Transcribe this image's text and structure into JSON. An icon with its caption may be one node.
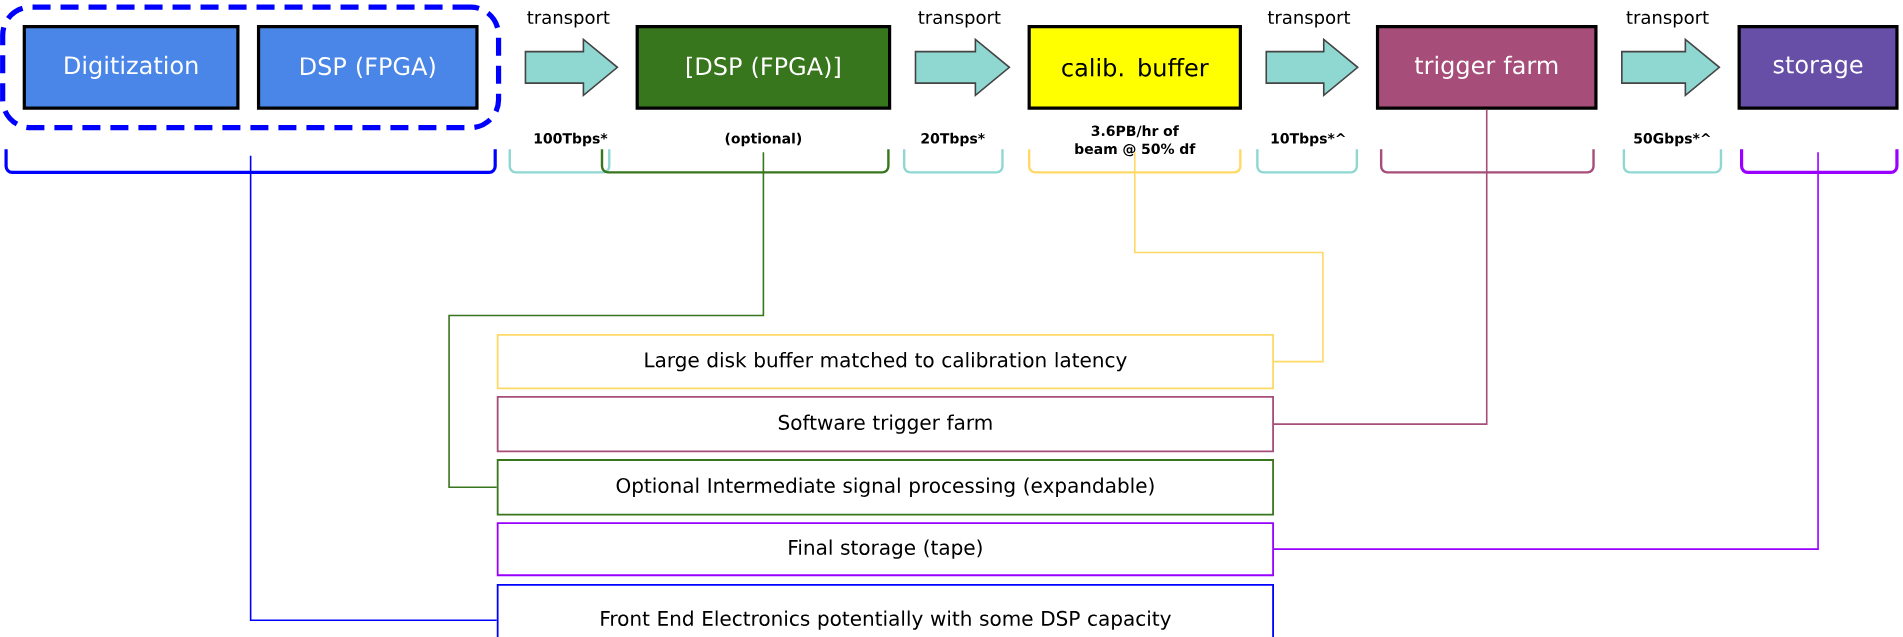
{
  "diagram": {
    "nodes": [
      {
        "text": [],
        "shape": "box"
      },
      {
        "text": [
          "Digitization"
        ],
        "in": 0
      },
      {
        "text": [
          "DSP (FPGA)"
        ],
        "in": 0
      },
      {
        "text": [
          "[DSP (FPGA)]"
        ],
        "beside": [
          "(optional)"
        ]
      },
      {
        "text": [
          "calib. buffer"
        ],
        "beside": [
          "3.6PB/hr of beam @ 50% df"
        ]
      },
      {
        "text": [
          "trigger farm"
        ]
      },
      {
        "text": [
          "storage"
        ]
      },
      {
        "text": [
          "Large disk buffer matched to calibration latency"
        ]
      },
      {
        "text": [
          "Software trigger farm"
        ]
      },
      {
        "text": [
          "Optional Intermediate signal processing (expandable)"
        ]
      },
      {
        "text": [
          "Final storage (tape)"
        ]
      },
      {
        "text": [
          "Front End Electronics potentially with some DSP capacity"
        ]
      }
    ],
    "edges": [
      {
        "from": 0,
        "to": 3,
        "arrow": "to",
        "label": "transport"
      },
      {
        "from": 3,
        "to": 4,
        "arrow": "to",
        "label": "transport"
      },
      {
        "from": 4,
        "to": 5,
        "arrow": "to",
        "label": "transport"
      },
      {
        "from": 5,
        "to": 6,
        "arrow": "to",
        "label": "transport"
      },
      {
        "from": 0,
        "to": 11,
        "arrow": "none",
        "color": "#0000ff"
      },
      {
        "from": 3,
        "to": 9,
        "arrow": "none",
        "color": "#38761d"
      },
      {
        "from": 4,
        "to": 7,
        "arrow": "none",
        "color": "#ffd966"
      },
      {
        "from": 5,
        "to": 8,
        "arrow": "none",
        "color": "#a64d79"
      },
      {
        "from": 6,
        "to": 10,
        "arrow": "none",
        "color": "#9900ff"
      }
    ],
    "labels": [
      "100Tbps*",
      "20Tbps*",
      "10Tbps*^",
      "50Gbps*^"
    ]
  }
}
